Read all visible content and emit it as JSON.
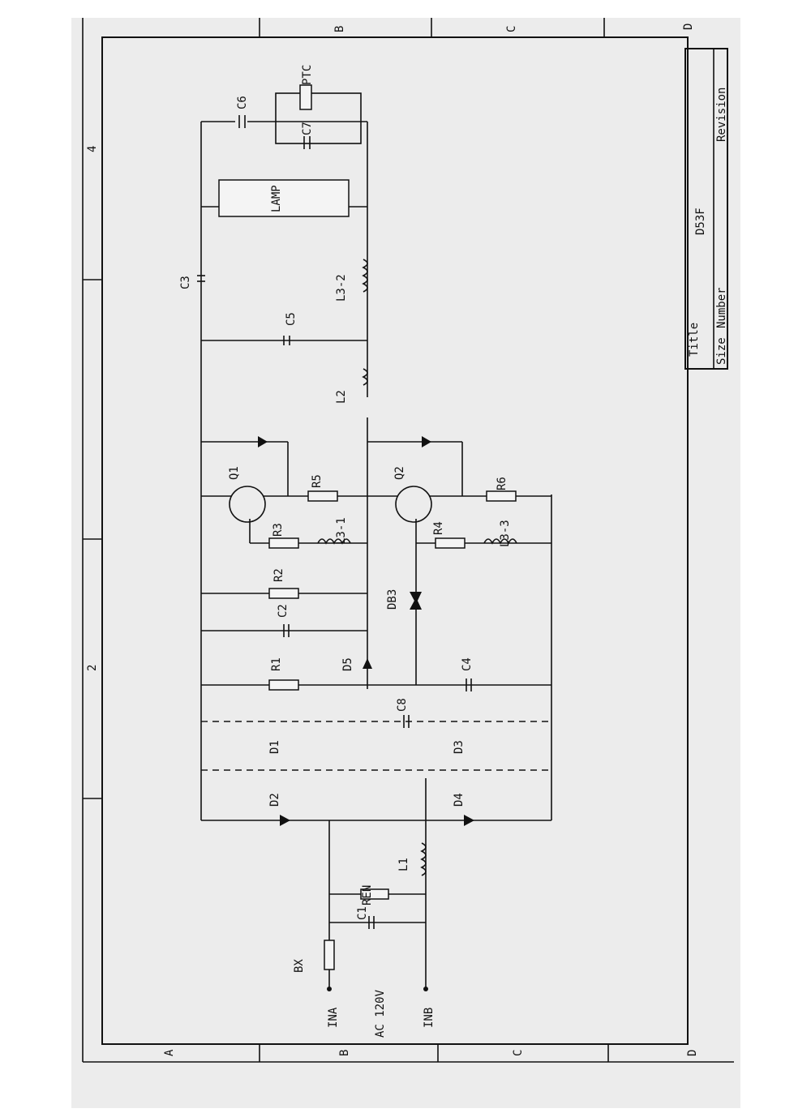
{
  "title_block": {
    "title_label": "Title",
    "title_value": "D53F",
    "size_label": "Size",
    "number_label": "Number",
    "revision_label": "Revision"
  },
  "grid": {
    "bottom": [
      "A",
      "B",
      "C",
      "D"
    ],
    "top": [
      "B",
      "C",
      "D"
    ],
    "side": [
      "4",
      "2"
    ]
  },
  "components": {
    "C6": "C6",
    "PTC": "PTC",
    "C7": "C7",
    "LAMP": "LAMP",
    "C3": "C3",
    "L3_2": "L3-2",
    "C5": "C5",
    "L2": "L2",
    "Q1": "Q1",
    "R5": "R5",
    "Q2": "Q2",
    "R6": "R6",
    "R3": "R3",
    "L3_1": "L3-1",
    "R4": "R4",
    "L3_3": "L3-3",
    "R2": "R2",
    "C2": "C2",
    "DB3": "DB3",
    "R1": "R1",
    "D5": "D5",
    "C4": "C4",
    "C8": "C8",
    "D1": "D1",
    "D3": "D3",
    "D2": "D2",
    "D4": "D4",
    "L1": "L1",
    "REN": "REN",
    "C1": "C1",
    "BX": "BX"
  },
  "inputs": {
    "ina": "INA",
    "inb": "INB",
    "supply": "AC 120V"
  }
}
